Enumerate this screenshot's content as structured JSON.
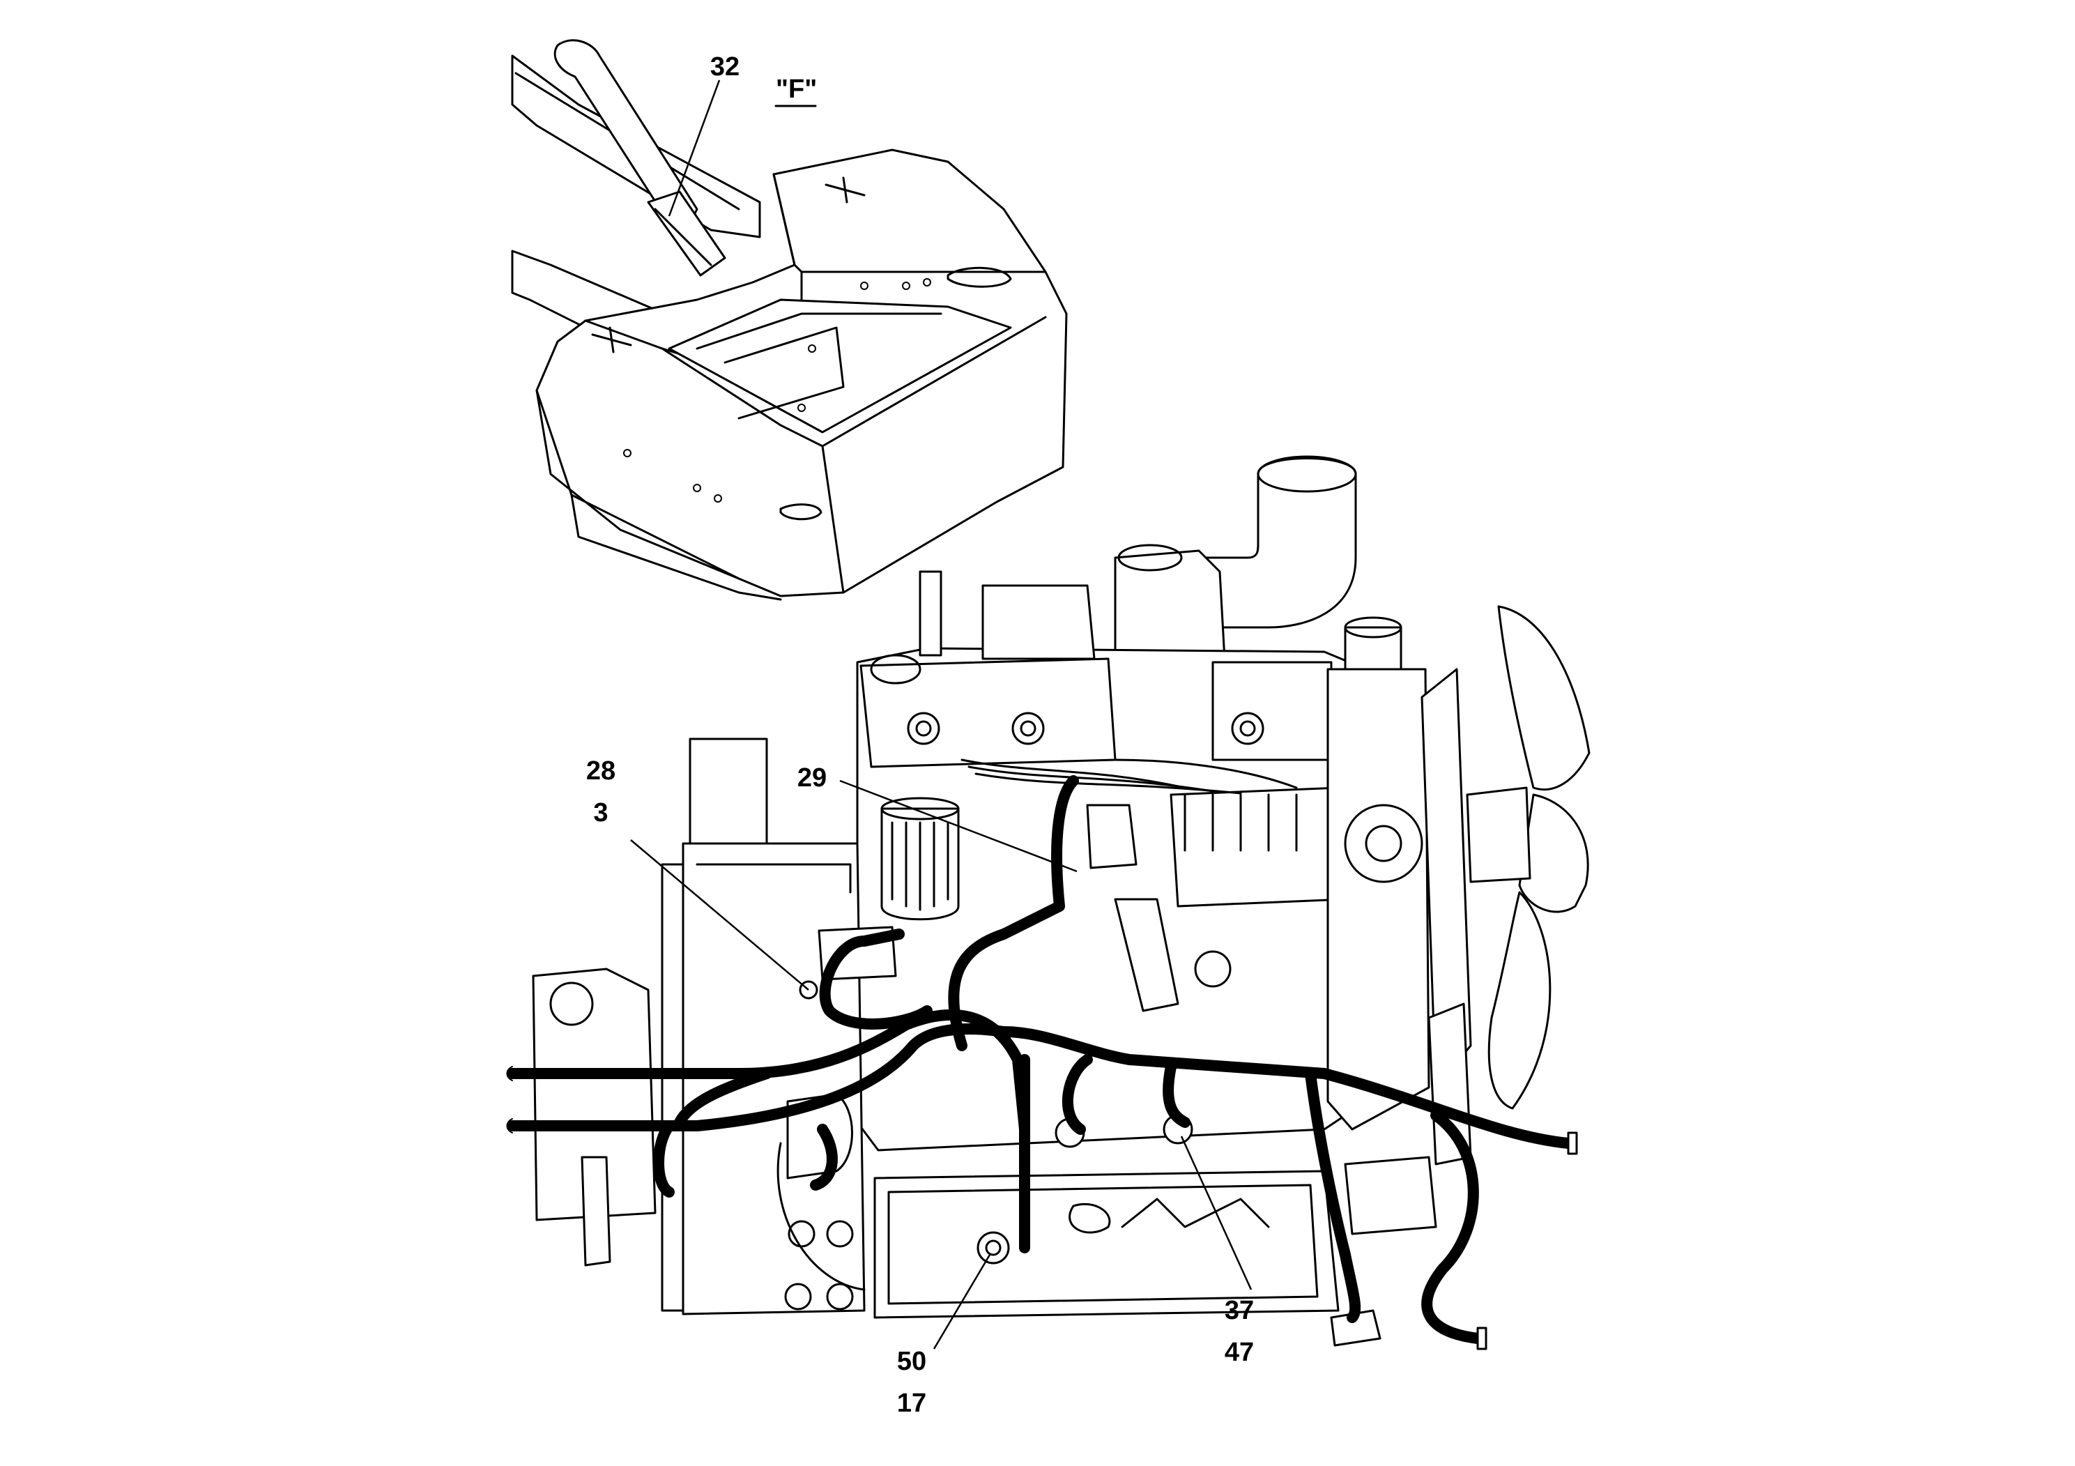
{
  "view_label": "\"F\"",
  "callouts": {
    "c32": "32",
    "c28": "28",
    "c3": "3",
    "c29": "29",
    "c50": "50",
    "c17": "17",
    "c37": "37",
    "c47": "47"
  }
}
